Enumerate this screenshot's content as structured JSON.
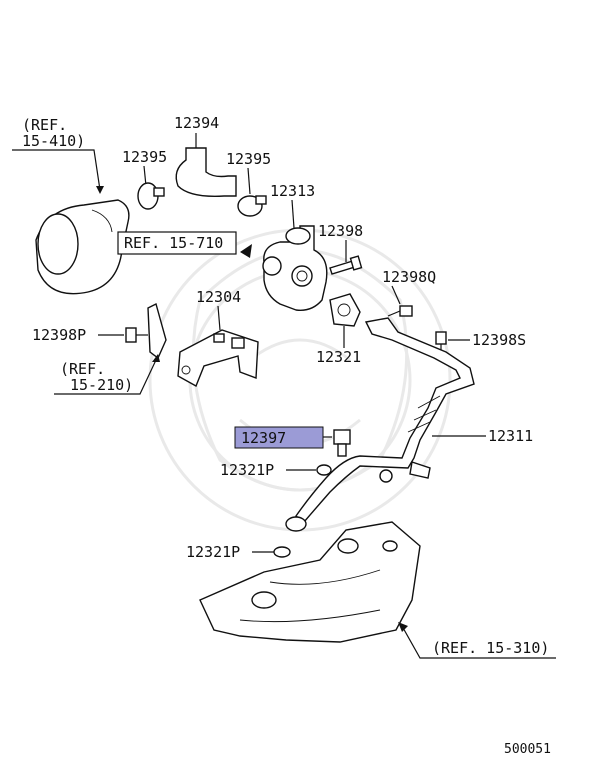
{
  "parts": {
    "p12394": "12394",
    "p12395a": "12395",
    "p12395b": "12395",
    "p12313": "12313",
    "p12398": "12398",
    "p12398q": "12398Q",
    "p12304": "12304",
    "p12398p": "12398P",
    "p12321": "12321",
    "p12398s": "12398S",
    "p12397": "12397",
    "p12311": "12311",
    "p12321p_a": "12321P",
    "p12321p_b": "12321P"
  },
  "refs": {
    "ref_15_410_a": "(REF.",
    "ref_15_410_b": "15-410)",
    "ref_15_710": "REF. 15-710",
    "ref_15_210_a": "(REF.",
    "ref_15_210_b": "15-210)",
    "ref_15_310": "(REF. 15-310)"
  },
  "figure_code": "500051",
  "colors": {
    "highlight": "#9b9bd6",
    "ink": "#111111",
    "watermark": "#e9e9e9"
  }
}
